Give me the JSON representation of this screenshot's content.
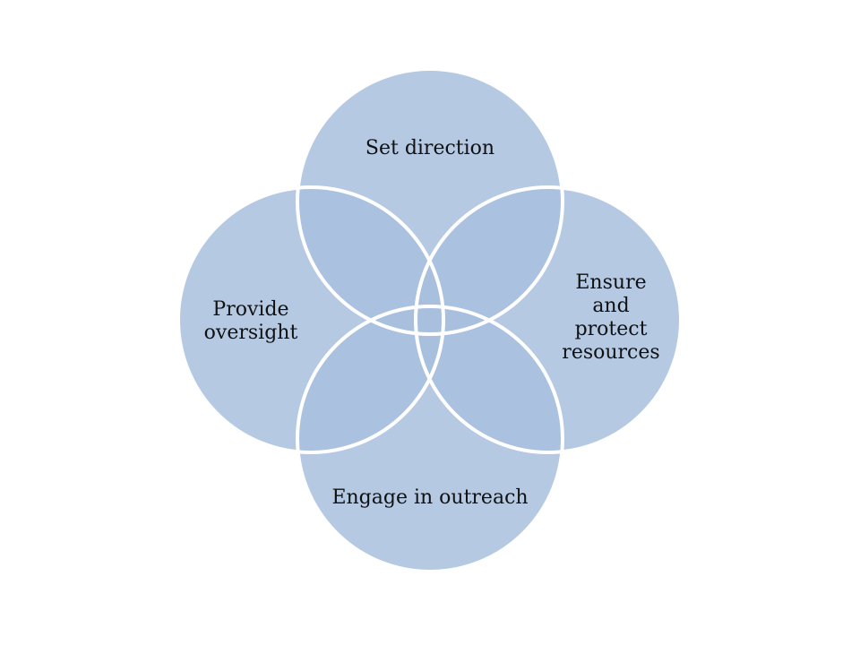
{
  "diagram": {
    "type": "overlapping-circles",
    "colors": {
      "fill": "#a8c0de",
      "fill_opacity": 0.85,
      "overlap_tint": "#7ba0cc",
      "stroke": "#ffffff",
      "text": "#111111"
    },
    "circles": [
      {
        "id": "top",
        "label_lines": [
          "Set direction"
        ]
      },
      {
        "id": "right",
        "label_lines": [
          "Ensure",
          "and",
          "protect",
          "resources"
        ]
      },
      {
        "id": "bottom",
        "label_lines": [
          "Engage in outreach"
        ]
      },
      {
        "id": "left",
        "label_lines": [
          "Provide",
          "oversight"
        ]
      }
    ]
  }
}
